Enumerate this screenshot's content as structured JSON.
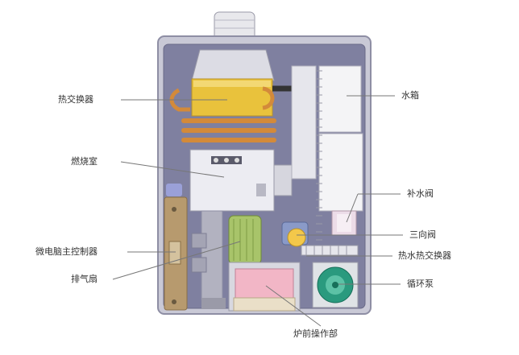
{
  "diagram": {
    "labels": {
      "heat_exchanger": "热交换器",
      "combustion_chamber": "燃烧室",
      "microcomputer_controller": "微电脑主控制器",
      "exhaust_fan": "排气扇",
      "water_tank": "水箱",
      "refill_valve": "补水阀",
      "three_way_valve": "三向阀",
      "hot_water_heat_exchanger": "热水热交换器",
      "circulation_pump": "循环泵",
      "front_panel": "炉前操作部"
    },
    "colors": {
      "housing": "#b7b7c7",
      "housing_inner": "#8a8aa6",
      "heat_exchanger": "#e9c23c",
      "copper_pipe": "#d38a3a",
      "combustion_chamber": "#ececf2",
      "tank": "#f4f4f6",
      "fan": "#a8c46a",
      "pump": "#2a9a7e",
      "front_panel": "#f2b6c6",
      "leader_line": "#777777",
      "text": "#333333"
    }
  }
}
